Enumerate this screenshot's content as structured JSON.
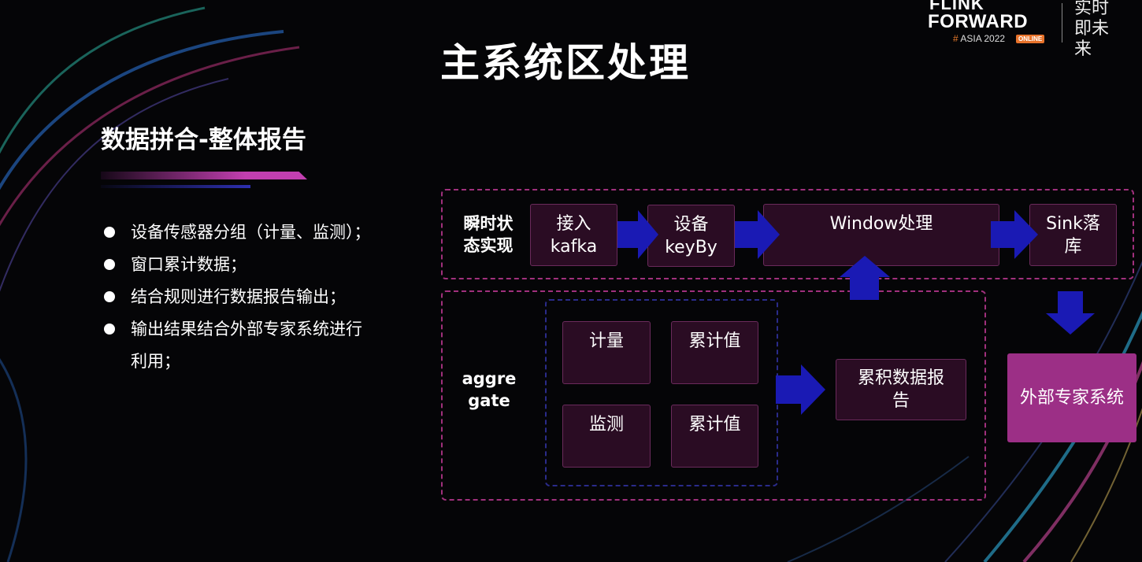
{
  "slide": {
    "title": "主系统区处理",
    "subtitle": "数据拼合-整体报告",
    "bullets": [
      "设备传感器分组（计量、监测）；",
      "窗口累计数据；",
      "结合规则进行数据报告输出；",
      "输出结果结合外部专家系统进行",
      "利用；"
    ]
  },
  "logo": {
    "line1": "FLINK",
    "line2": "FORWARD",
    "line3": "ASIA 2022",
    "hash": "#",
    "badge": "ONLINE",
    "slogan": "实时即未来"
  },
  "diagram": {
    "row1_label": "瞬时状态实现",
    "row2_label": "aggregate",
    "stages": [
      {
        "label": "接入kafka"
      },
      {
        "label": "设备keyBy"
      },
      {
        "label": "Window处理"
      },
      {
        "label": "Sink落库"
      }
    ],
    "agg_cells": [
      {
        "label": "计量"
      },
      {
        "label": "累计值"
      },
      {
        "label": "监测"
      },
      {
        "label": "累计值"
      }
    ],
    "report": "累积数据报告",
    "expert": "外部专家系统",
    "colors": {
      "arrow": "#1a1ab4",
      "dash": "#a0307c",
      "box": "#2a0c23",
      "expert": "#9c2f86"
    }
  }
}
